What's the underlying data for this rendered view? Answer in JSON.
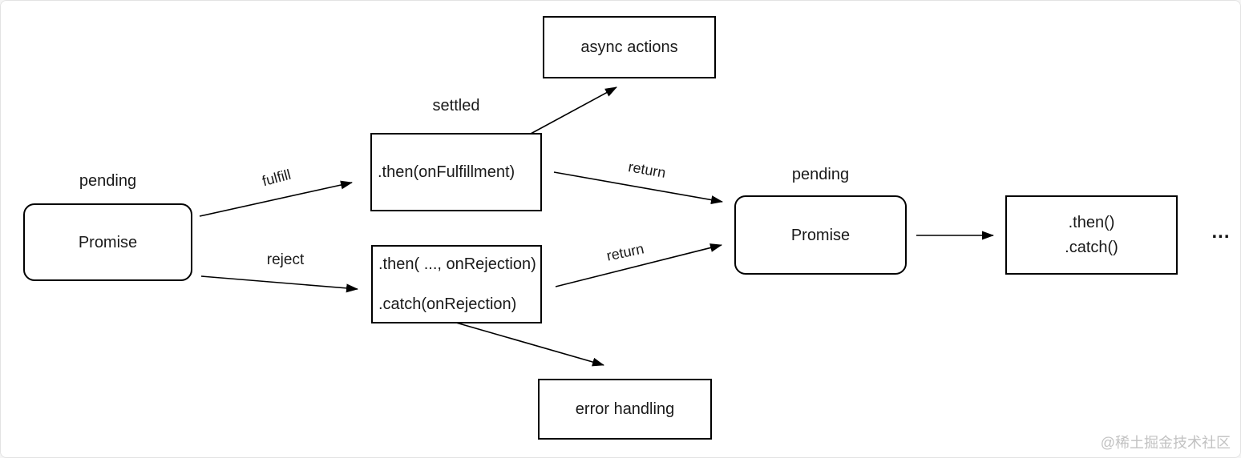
{
  "diagram": {
    "promise1": {
      "state": "pending",
      "label": "Promise"
    },
    "then_fulfillment": {
      "state": "settled",
      "label": ".then(onFulfillment)"
    },
    "then_rejection": {
      "line1": ".then( ..., onRejection)",
      "line2": ".catch(onRejection)"
    },
    "async_actions": {
      "label": "async actions"
    },
    "error_handling": {
      "label": "error handling"
    },
    "promise2": {
      "state": "pending",
      "label": "Promise"
    },
    "then_catch": {
      "line1": ".then()",
      "line2": ".catch()"
    },
    "continuation": {
      "label": "..."
    },
    "edges": {
      "fulfill": {
        "label": "fulfill"
      },
      "reject": {
        "label": "reject"
      },
      "return_top": {
        "label": "return"
      },
      "return_bottom": {
        "label": "return"
      }
    }
  },
  "watermark": {
    "text": "@稀土掘金技术社区"
  },
  "colors": {
    "stroke": "#000000",
    "text": "#1a1a1a",
    "background": "#ffffff",
    "watermark": "#c2c2c2"
  }
}
